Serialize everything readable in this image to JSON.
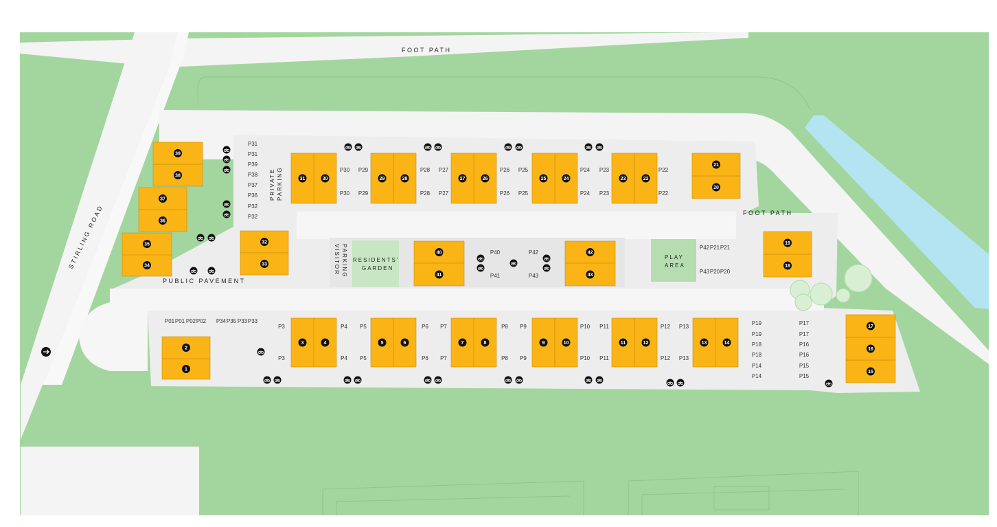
{
  "labels": {
    "foot_path_top": "FOOT PATH",
    "foot_path_right": "FOOT PATH",
    "stirling_road": "STIRLING ROAD",
    "public_pavement": "PUBLIC PAVEMENT",
    "private_parking": [
      "PRIVATE",
      "PARKING"
    ],
    "visitor_parking": [
      "VISITOR",
      "PARKING"
    ],
    "residents_garden": [
      "RESIDENTS'",
      "GARDEN"
    ],
    "play_area": [
      "PLAY",
      "AREA"
    ]
  },
  "plots": [
    "1",
    "2",
    "3",
    "4",
    "5",
    "6",
    "7",
    "8",
    "9",
    "10",
    "11",
    "12",
    "13",
    "14",
    "15",
    "16",
    "17",
    "18",
    "19",
    "20",
    "21",
    "22",
    "23",
    "24",
    "25",
    "26",
    "27",
    "28",
    "29",
    "30",
    "31",
    "32",
    "33",
    "34",
    "35",
    "36",
    "37",
    "38",
    "39",
    "40",
    "41",
    "42",
    "43"
  ],
  "parking_labels": {
    "left_column": [
      "P31",
      "P31",
      "P39",
      "P38",
      "P37",
      "P36",
      "P32",
      "P32"
    ],
    "top_row": [
      "P30",
      "P29",
      "P28",
      "P27",
      "P26",
      "P25",
      "P24",
      "P23",
      "P22"
    ],
    "centre": [
      "P40",
      "P41",
      "P42",
      "P43"
    ],
    "play_side": [
      "P42",
      "P21",
      "P21",
      "P43",
      "P20",
      "P20"
    ],
    "bottom_left_row": [
      "P01",
      "P01",
      "P02",
      "P02",
      "P34",
      "P35",
      "P33",
      "P33"
    ],
    "bottom_row": [
      "P3",
      "P4",
      "P5",
      "P6",
      "P7",
      "P8",
      "P9",
      "P10",
      "P11",
      "P12",
      "P13"
    ],
    "right_block_a": [
      "P19",
      "P19",
      "P18",
      "P18",
      "P14",
      "P14"
    ],
    "right_block_b": [
      "P17",
      "P17",
      "P16",
      "P16",
      "P15",
      "P15"
    ]
  },
  "colors": {
    "grass": "#a3d69f",
    "site": "#ededed",
    "road": "#f4f4f4",
    "water": "#b4e4f1",
    "plot": "#fbb415",
    "marker": "#111111"
  },
  "icons": [
    "bicycle-icon",
    "arrow-right-icon"
  ]
}
